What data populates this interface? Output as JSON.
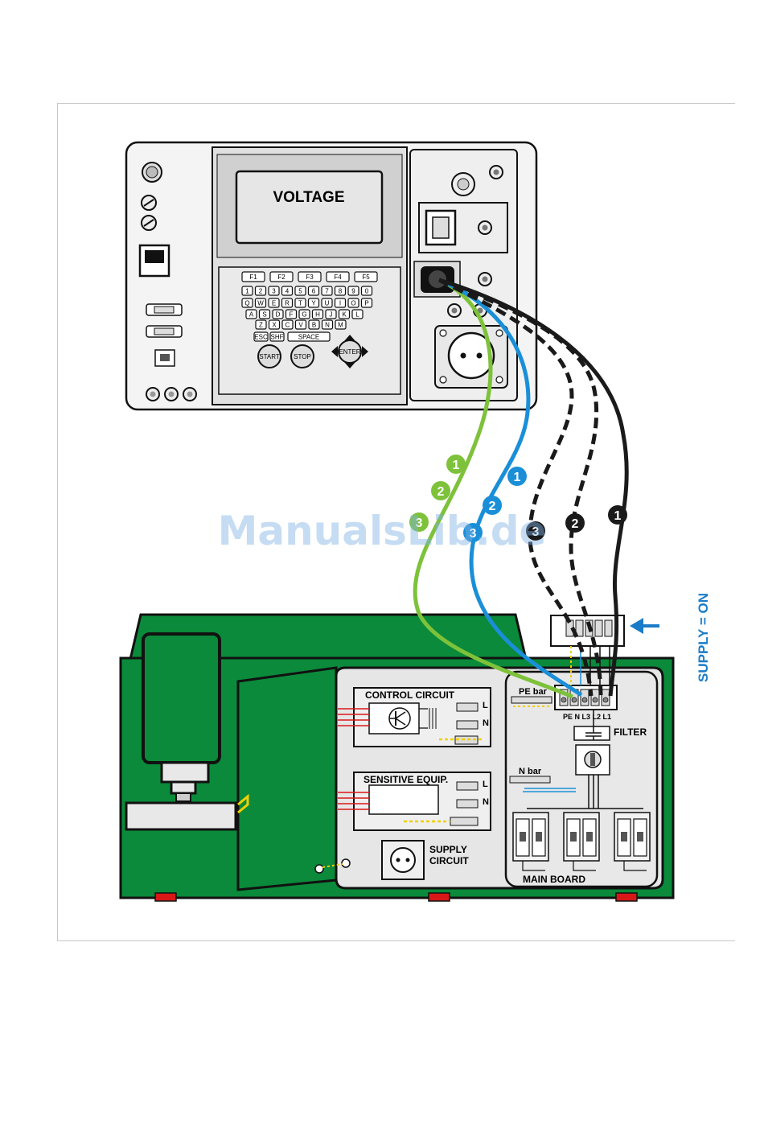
{
  "instrument": {
    "display_text": "VOLTAGE",
    "function_keys": [
      "F1",
      "F2",
      "F3",
      "F4",
      "F5"
    ],
    "key_rows": [
      [
        "1",
        "2",
        "3",
        "4",
        "5",
        "6",
        "7",
        "8",
        "9",
        "0"
      ],
      [
        "Q",
        "W",
        "E",
        "R",
        "T",
        "Y",
        "U",
        "I",
        "O",
        "P"
      ],
      [
        "A",
        "S",
        "D",
        "F",
        "G",
        "H",
        "J",
        "K",
        "L"
      ],
      [
        "Z",
        "X",
        "C",
        "V",
        "B",
        "N",
        "M"
      ]
    ],
    "esc_label": "ESC",
    "shift_label": "SHF",
    "space_label": "SPACE",
    "start_label": "START",
    "stop_label": "STOP",
    "enter_label": "ENTER"
  },
  "leads": {
    "green_numbers": [
      "1",
      "2",
      "3"
    ],
    "blue_numbers": [
      "1",
      "2",
      "3"
    ],
    "black_dashed_numbers": [
      "3",
      "2"
    ],
    "black_solid_number": "1"
  },
  "labels": {
    "supply": "SUPPLY = ON",
    "control_circuit": "CONTROL CIRCUIT",
    "sensitive_equip": "SENSITIVE EQUIP.",
    "supply_circuit_line1": "SUPPLY",
    "supply_circuit_line2": "CIRCUIT",
    "pe_bar": "PE bar",
    "terminals": "PE N L3 L2 L1",
    "filter": "FILTER",
    "n_bar": "N bar",
    "main_board": "MAIN BOARD",
    "L": "L",
    "N": "N"
  },
  "watermark": "ManualsLib.de",
  "colors": {
    "machine_green": "#0a8a3a",
    "lead_green": "#7dc23a",
    "lead_blue": "#1a8fd8",
    "lead_black": "#1a1a1a",
    "supply_arrow": "#1a7cc8",
    "watermark": "#7fb2e6"
  }
}
